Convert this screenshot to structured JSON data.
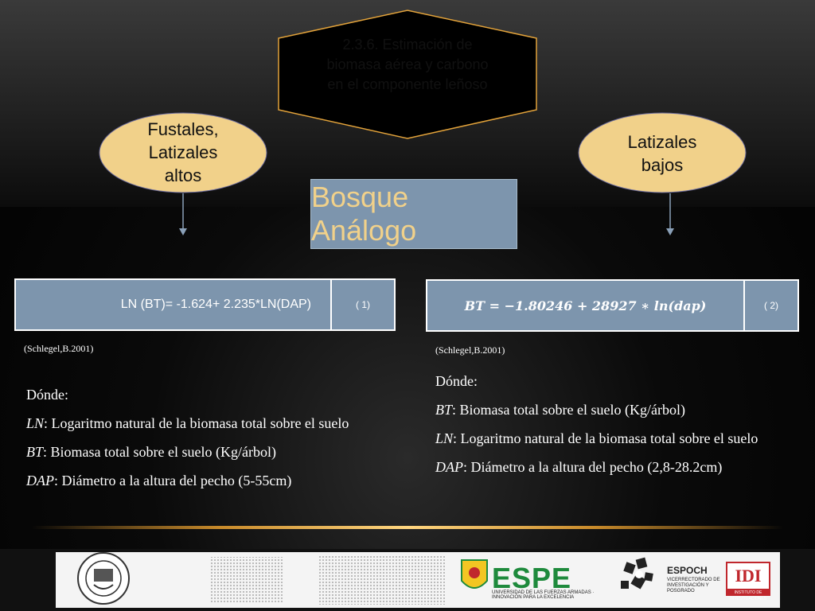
{
  "header_hexagon": {
    "text": "2.3.6.  Estimación de biomasa aérea y carbono en el componente leñoso"
  },
  "left_ellipse": {
    "lines": [
      "Fustales,",
      "Latizales",
      "altos"
    ]
  },
  "right_ellipse": {
    "lines": [
      "Latizales",
      "bajos"
    ]
  },
  "title": "Bosque Análogo",
  "equation_1": {
    "formula": "LN (BT)= -1.624+ 2.235*LN(DAP)",
    "number": "( 1)",
    "citation": "(Schlegel,B.2001)"
  },
  "equation_2": {
    "formula": "BT = −1.80246 + 28927 ∗ ln(dap)",
    "number": "( 2)",
    "citation": "(Schlegel,B.2001)"
  },
  "definitions_1": {
    "donde": "Dónde:",
    "items": [
      {
        "term": "LN",
        "desc": ": Logaritmo natural de la biomasa total sobre el suelo"
      },
      {
        "term": "BT",
        "desc": ": Biomasa total sobre el suelo (Kg/árbol)"
      },
      {
        "term": "DAP",
        "desc": ": Diámetro a la altura del pecho (5-55cm)"
      }
    ]
  },
  "definitions_2": {
    "donde": "Dónde:",
    "items": [
      {
        "term": "BT",
        "desc": ": Biomasa total sobre el suelo (Kg/árbol)"
      },
      {
        "term": "LN",
        "desc": ": Logaritmo natural de la biomasa total sobre el suelo"
      },
      {
        "term": "DAP",
        "desc": ": Diámetro a la altura del pecho (2,8-28.2cm)"
      }
    ]
  },
  "footer": {
    "espe": "ESPE",
    "espe_sub": "UNIVERSIDAD DE LAS FUERZAS ARMADAS · INNOVACIÓN PARA LA EXCELENCIA",
    "espoch": "ESPOCH",
    "espoch_sub": "VICERRECTORADO DE INVESTIGACIÓN Y POSGRADO",
    "idi": "IDI",
    "idi_sub": "INSTITUTO DE INVESTIGACIONES"
  },
  "colors": {
    "accent_gold": "#f1d18a",
    "box_blue": "#7d95ad",
    "hex_outline": "#e2a23a",
    "espe_green": "#1e8a3c",
    "idi_red": "#c0272d"
  }
}
